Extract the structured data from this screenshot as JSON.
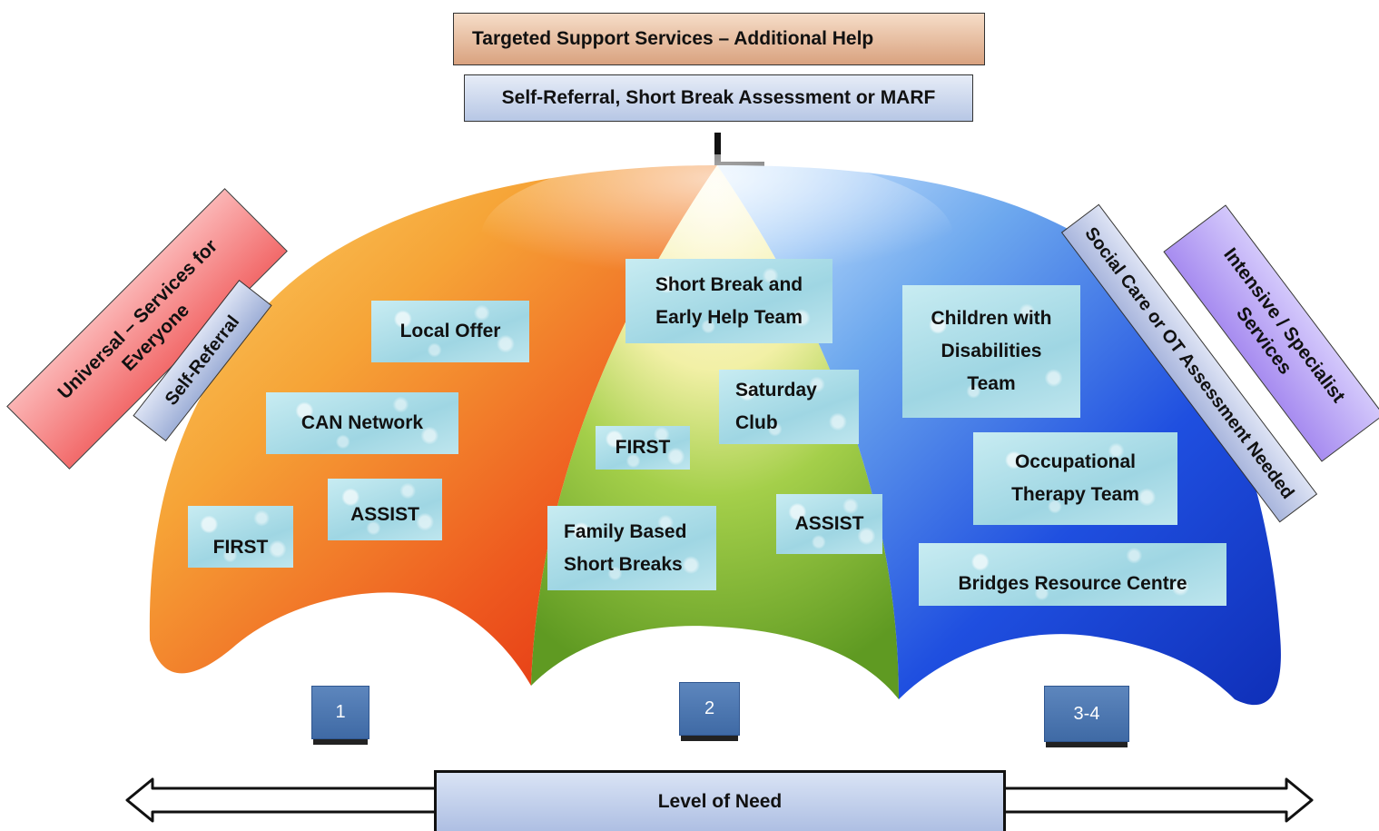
{
  "header": {
    "title": "Targeted Support Services – Additional Help",
    "subtitle": "Self-Referral, Short Break Assessment or MARF"
  },
  "side_labels": {
    "universal": "Universal – Services for\nEveryone",
    "self_referral": "Self-Referral",
    "social_care": "Social Care or OT Assessment Needed",
    "intensive": "Intensive / Specialist\nServices"
  },
  "services": {
    "left": {
      "local_offer": "Local Offer",
      "can_network": "CAN Network",
      "assist": "ASSIST",
      "first": "FIRST"
    },
    "middle": {
      "short_break_team": "Short Break and\nEarly Help Team",
      "saturday_club": "Saturday\nClub",
      "first": "FIRST",
      "family_based": "Family Based\nShort Breaks",
      "assist": "ASSIST"
    },
    "right": {
      "children_disabilities": "Children with\nDisabilities\nTeam",
      "occupational_therapy": "Occupational\nTherapy Team",
      "bridges": "Bridges Resource Centre"
    }
  },
  "levels": [
    "1",
    "2",
    "3-4"
  ],
  "footer": {
    "axis_label": "Level of Need"
  },
  "colors": {
    "left_panel": "#e8371a",
    "left_panel_light": "#f6a437",
    "middle_panel": "#7cb52e",
    "middle_panel_light": "#f5f0a0",
    "right_panel": "#1a3fd6",
    "right_panel_light": "#6da8ee",
    "universal_label": "#f26a6a",
    "self_referral_label": "#9fb0d8",
    "social_care_label": "#a9b6dd",
    "intensive_label": "#a78cf0",
    "level_tag": "#4f78b0"
  }
}
